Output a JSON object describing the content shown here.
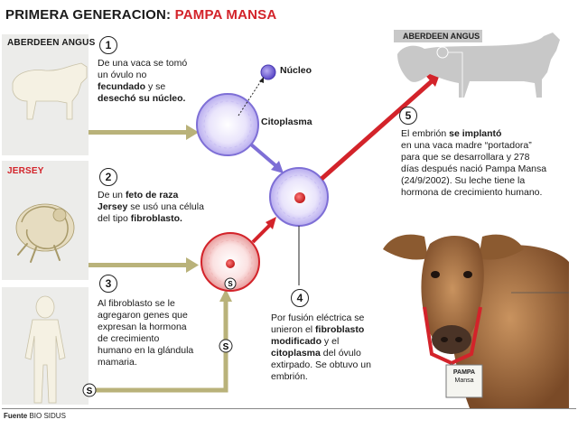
{
  "title": {
    "part1": "PRIMERA GENERACION:",
    "part2": "PAMPA MANSA"
  },
  "labels": {
    "aberdeen_left": "ABERDEEN ANGUS",
    "jersey": "JERSEY",
    "aberdeen_right": "ABERDEEN ANGUS",
    "nucleo": "Núcleo",
    "citoplasma": "Citoplasma"
  },
  "steps": [
    {
      "num": "1",
      "l1": "De una vaca se tomó",
      "l2": "un óvulo no",
      "l3a": "fecundado",
      "l3b": " y se",
      "l4": "desechó su núcleo."
    },
    {
      "num": "2",
      "l1a": "De un ",
      "l1b": "feto de raza",
      "l2": "Jersey",
      "l2b": " se usó una célula",
      "l3a": "del tipo ",
      "l3b": "fibroblasto."
    },
    {
      "num": "3",
      "l1": "Al fibroblasto se le",
      "l2": "agregaron genes que",
      "l3": "expresan la hormona",
      "l4": "de crecimiento",
      "l5": "humano en la glándula",
      "l6": "mamaria."
    },
    {
      "num": "4",
      "l1": "Por fusión eléctrica se",
      "l2a": "unieron el ",
      "l2b": "fibroblasto",
      "l3": "modificado",
      "l3b": " y el",
      "l4": "citoplasma",
      "l4b": " del óvulo",
      "l5": "extirpado. Se obtuvo un",
      "l6": "embrión."
    },
    {
      "num": "5",
      "l1a": "El embrión ",
      "l1b": "se implantó",
      "l2": "en una vaca madre “portadora”",
      "l3": "para que se desarrollara y 278",
      "l4": "días después nació Pampa Mansa",
      "l5": "(24/9/2002). Su leche tiene la",
      "l6": "hormona de crecimiento humano."
    }
  ],
  "tag": {
    "line1": "PAMPA",
    "line2": "Mansa"
  },
  "source": {
    "label": "Fuente",
    "value": "BIO SIDUS"
  },
  "colors": {
    "accent_red": "#d3232a",
    "arrow_olive": "#b9b27a",
    "arrow_purple": "#7e6fd6",
    "panel_gray": "#ececea"
  }
}
